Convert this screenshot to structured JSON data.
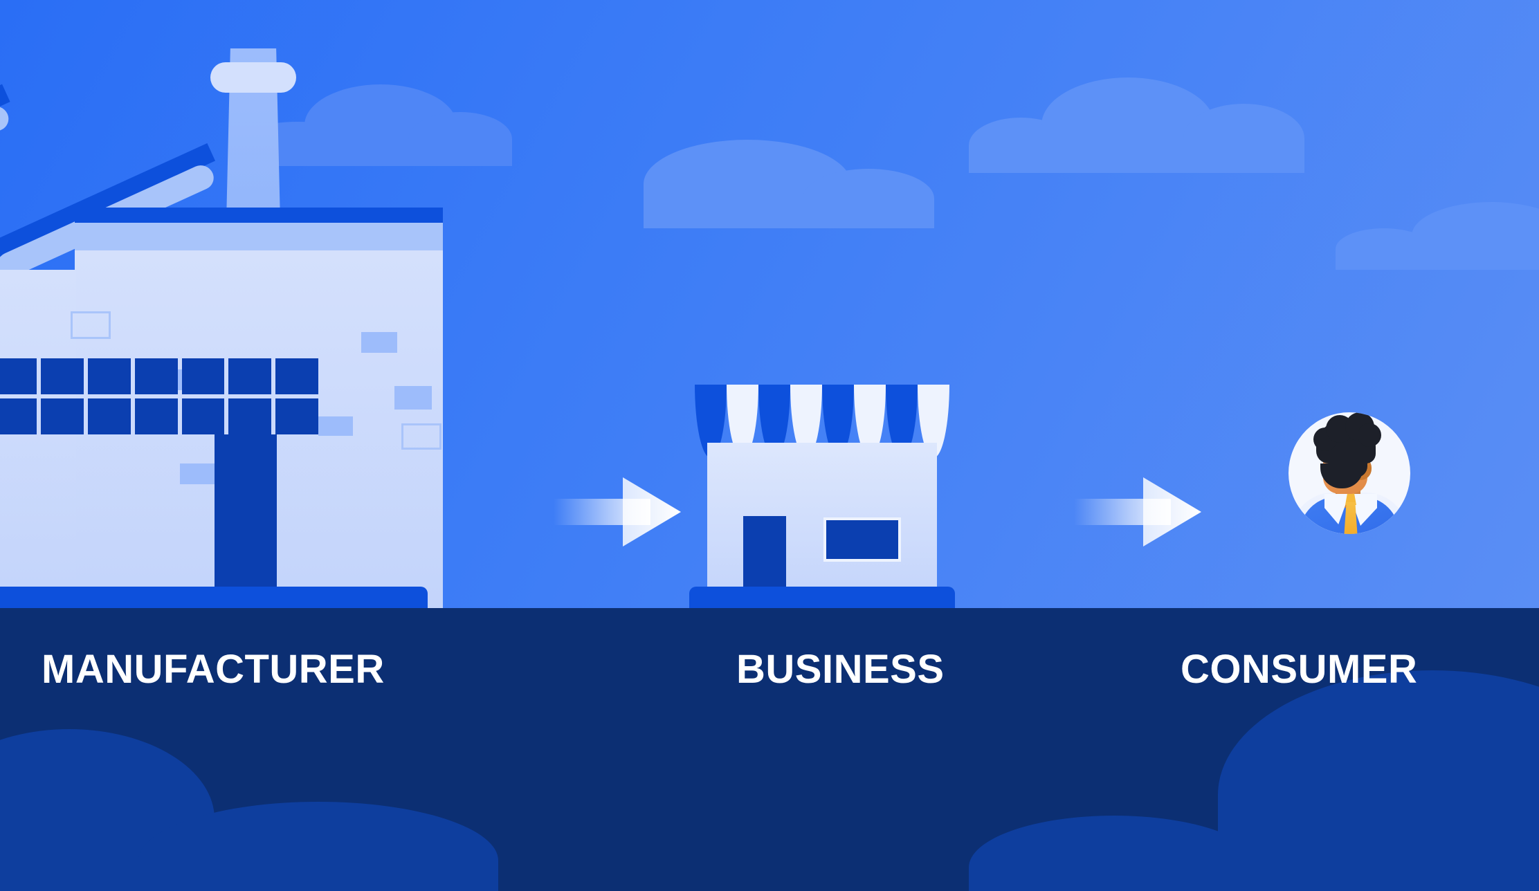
{
  "scene": {
    "title": "Manufacturer to Business to Consumer supply chain illustration",
    "background_sky_color": "#3b7bf6",
    "ground_band_color": "#0c2f73",
    "platform_color": "#0d50dc",
    "accent_dark_blue": "#0b3fb0",
    "light_blue": "#c6d6fb",
    "white": "#ffffff"
  },
  "labels": [
    {
      "id": "manufacturer",
      "text": "MANUFACTURER",
      "color": "#ffffff"
    },
    {
      "id": "business",
      "text": "BUSINESS",
      "color": "#ffffff"
    },
    {
      "id": "consumer",
      "text": "CONSUMER",
      "color": "#ffffff"
    }
  ],
  "nodes": [
    {
      "id": "manufacturer",
      "icon": "factory-icon",
      "label": "MANUFACTURER"
    },
    {
      "id": "business",
      "icon": "storefront-icon",
      "label": "BUSINESS"
    },
    {
      "id": "consumer",
      "icon": "person-avatar-icon",
      "label": "CONSUMER"
    }
  ],
  "arrows": [
    {
      "id": "arrow-manufacturer-to-business",
      "from": "manufacturer",
      "to": "business",
      "direction": "right"
    },
    {
      "id": "arrow-business-to-consumer",
      "from": "business",
      "to": "consumer",
      "direction": "right"
    }
  ],
  "factory": {
    "icon": "factory-icon",
    "roof_sections": 3,
    "chimney": true,
    "window_rows": 2,
    "window_columns": 11
  },
  "storefront": {
    "icon": "storefront-icon",
    "awning_stripes": 8,
    "awning_colors": [
      "#0d50dc",
      "#eef3fe"
    ],
    "has_door": true,
    "has_window": true
  },
  "consumer_avatar": {
    "icon": "person-avatar-icon",
    "hair_color": "#1d2029",
    "skin_color": "#e08a44",
    "jacket_color": "#3f7df3",
    "shirt_color": "#f4f8ff",
    "tie_color": "#f3a723",
    "badge_background": "#f4f7fe"
  },
  "clouds": [
    {
      "id": "cloud-left"
    },
    {
      "id": "cloud-center"
    },
    {
      "id": "cloud-top-right"
    },
    {
      "id": "cloud-right-edge"
    }
  ]
}
